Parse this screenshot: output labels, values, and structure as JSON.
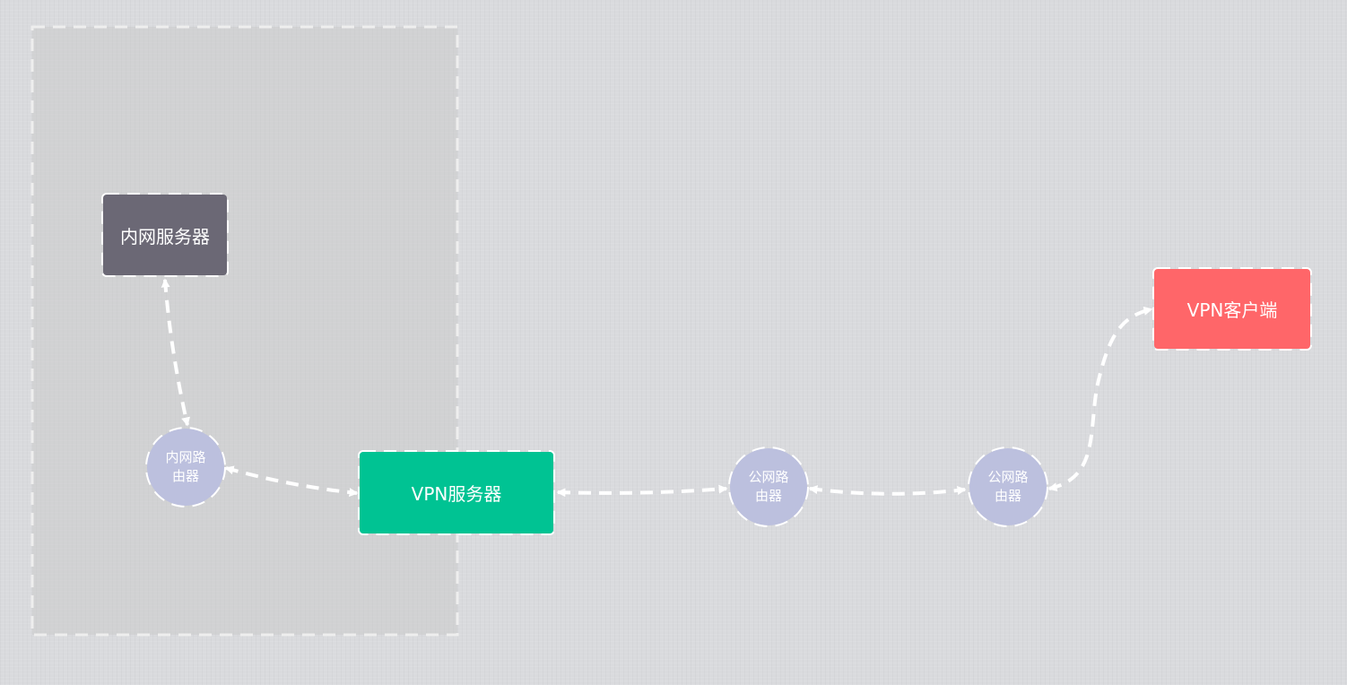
{
  "nodes": {
    "intranet_server": {
      "label": "内网服务器",
      "color": "#6b6875"
    },
    "intranet_router": {
      "label": "内网路由器",
      "color": "#bcc0de"
    },
    "vpn_server": {
      "label": "VPN服务器",
      "color": "#00c393"
    },
    "public_router_1": {
      "label": "公网路由器",
      "color": "#bcc0de"
    },
    "public_router_2": {
      "label": "公网路由器",
      "color": "#bcc0de"
    },
    "vpn_client": {
      "label": "VPN客户端",
      "color": "#ff6669"
    }
  },
  "edges": [
    {
      "from": "intranet_server",
      "to": "intranet_router",
      "style": "dashed",
      "arrows": "both"
    },
    {
      "from": "intranet_router",
      "to": "vpn_server",
      "style": "dashed",
      "arrows": "both"
    },
    {
      "from": "vpn_server",
      "to": "public_router_1",
      "style": "dashed",
      "arrows": "both"
    },
    {
      "from": "public_router_1",
      "to": "public_router_2",
      "style": "dashed",
      "arrows": "both"
    },
    {
      "from": "public_router_2",
      "to": "vpn_client",
      "style": "dashed",
      "arrows": "both"
    }
  ],
  "colors": {
    "background": "#d9dadd",
    "zone_fill": "#d0d0d0",
    "stroke": "#ffffff"
  }
}
